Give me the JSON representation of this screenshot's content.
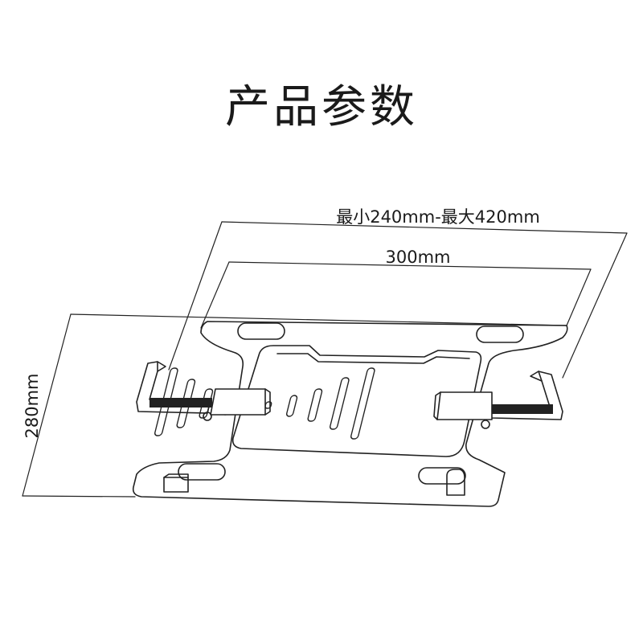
{
  "title": "产品参数",
  "dimensions": {
    "width_range": "最小240mm-最大420mm",
    "plate_width": "300mm",
    "depth": "280mm"
  }
}
